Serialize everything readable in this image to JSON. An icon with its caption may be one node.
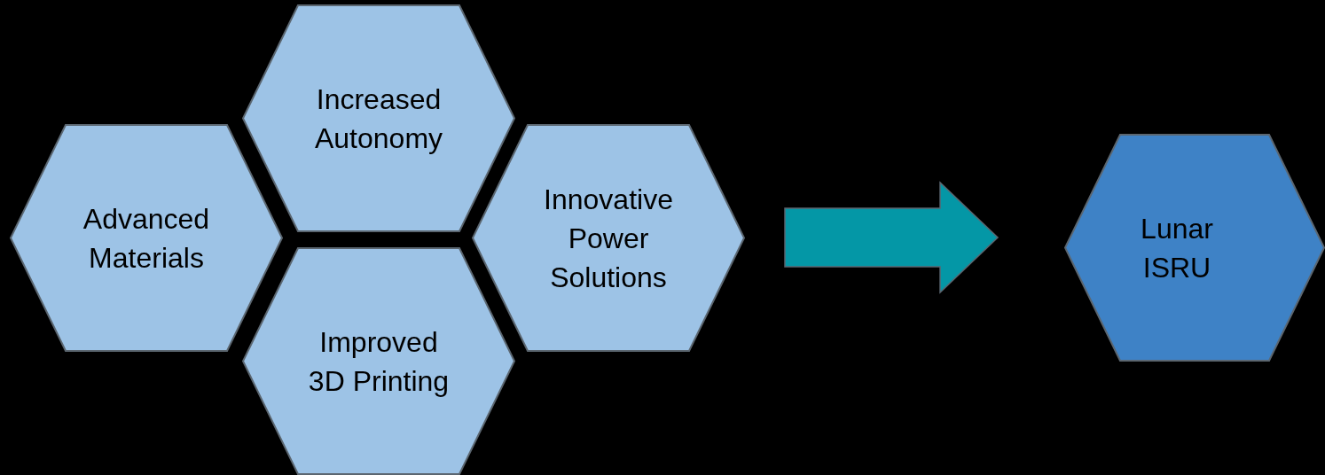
{
  "diagram": {
    "nodes": [
      {
        "text": [
          "Advanced Materials"
        ]
      },
      {
        "text": [
          "Increased Autonomy"
        ]
      },
      {
        "text": [
          "Improved 3D Printing"
        ]
      },
      {
        "text": [
          "Innovative Power Solutions"
        ]
      },
      {
        "text": [
          "Lunar ISRU"
        ]
      }
    ],
    "edges": [
      {
        "from": 3,
        "to": 4,
        "arrow": "to",
        "style": "thick",
        "color": "#0497a6"
      }
    ]
  }
}
